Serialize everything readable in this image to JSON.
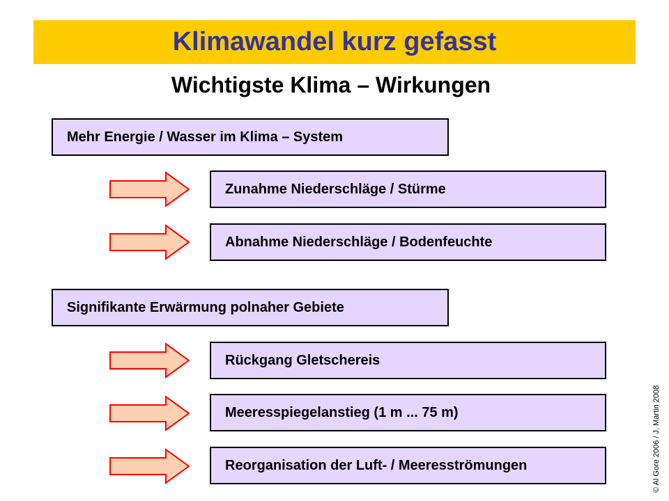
{
  "slide": {
    "title": "Klimawandel kurz gefasst",
    "subtitle": "Wichtigste Klima – Wirkungen",
    "groups": [
      {
        "cause": "Mehr Energie / Wasser im Klima – System",
        "effects": [
          "Zunahme Niederschläge / Stürme",
          "Abnahme Niederschläge / Bodenfeuchte"
        ]
      },
      {
        "cause": "Signifikante Erwärmung polnaher Gebiete",
        "effects": [
          "Rückgang Gletschereis",
          "Meeresspiegelanstieg (1 m ... 75 m)",
          "Reorganisation der Luft- / Meeresströmungen"
        ]
      }
    ],
    "credit": "© Al Gore 2006 / J. Martin 2008"
  },
  "colors": {
    "title_bar": "#ffcc00",
    "title_text": "#333399",
    "box_fill": "#e6d5ff",
    "arrow_fill": "#fcd0b0",
    "arrow_stroke": "#ff0000"
  },
  "icons": {
    "arrow": "right-arrow-icon"
  }
}
